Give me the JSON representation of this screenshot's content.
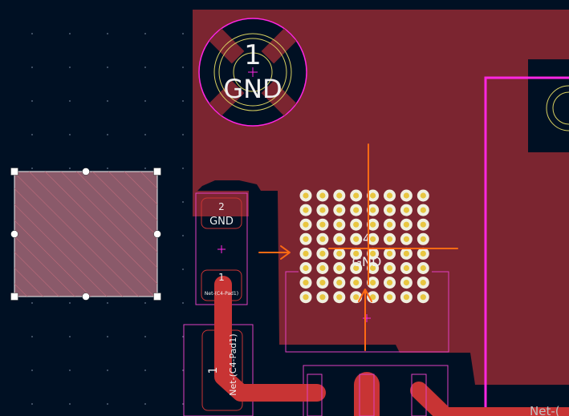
{
  "colors": {
    "background": "#001023",
    "copper": "#7b2530",
    "track": "#c83434",
    "courtyard": "#ff26e2",
    "courtyard_alt": "#e040c0",
    "pad_ring": "#d8d060",
    "via_hole": "#e8c640",
    "via_face": "#f0f0e0",
    "silk": "#f0f0f0",
    "annotation": "#ff6a13",
    "selection_fill": "#8a5a6a",
    "selection_hatch": "#c06a7a"
  },
  "mounting_hole": {
    "pad_number": "1",
    "net": "GND"
  },
  "capacitor": {
    "pad2_number": "2",
    "pad2_net": "GND",
    "pad1_number": "1",
    "pad1_net": "Net-(C4-Pad1)"
  },
  "lower_pad": {
    "number": "1",
    "net": "Net-(C4-Pad1)"
  },
  "thermal_pad": {
    "number": "4",
    "net": "GND"
  },
  "net_edge_label": "Net-(",
  "via_grid": {
    "rows": 8,
    "cols": 8
  }
}
